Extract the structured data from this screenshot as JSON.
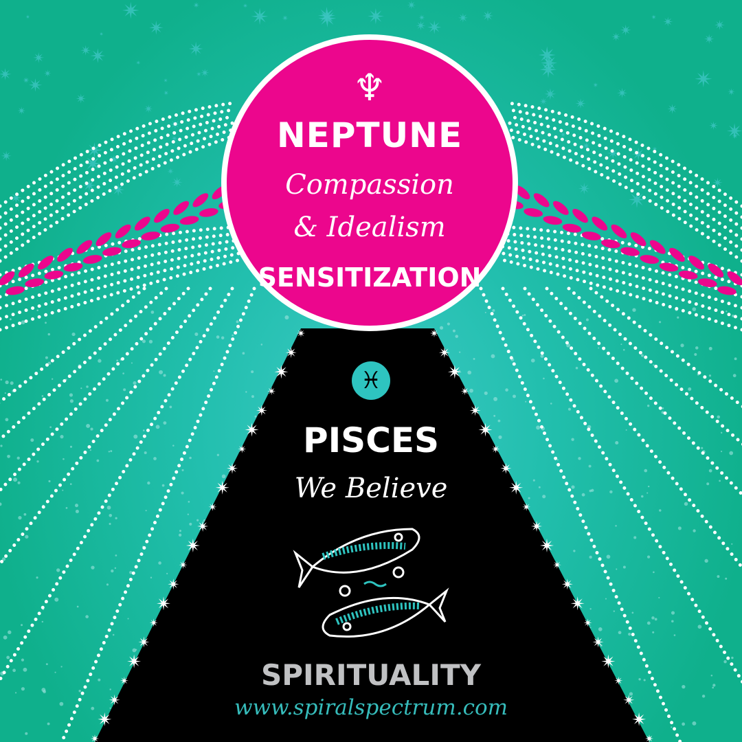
{
  "planet": {
    "symbol": "♆",
    "name": "NEPTUNE",
    "quality_line1": "Compassion",
    "quality_line2": "& Idealism",
    "theme": "SENSITIZATION"
  },
  "sign": {
    "symbol": "♓",
    "name": "PISCES",
    "motto": "We Believe"
  },
  "domain": "SPIRITUALITY",
  "url": "www.spiralspectrum.com",
  "colors": {
    "magenta": "#ec068d",
    "teal": "#2ec4c0",
    "green": "#0fb08c",
    "black": "#000000",
    "grey": "#c0c1c3"
  },
  "icons": [
    "neptune-glyph-icon",
    "pisces-glyph-icon",
    "pisces-fish-illustration",
    "star-icon",
    "leaf-garland"
  ]
}
